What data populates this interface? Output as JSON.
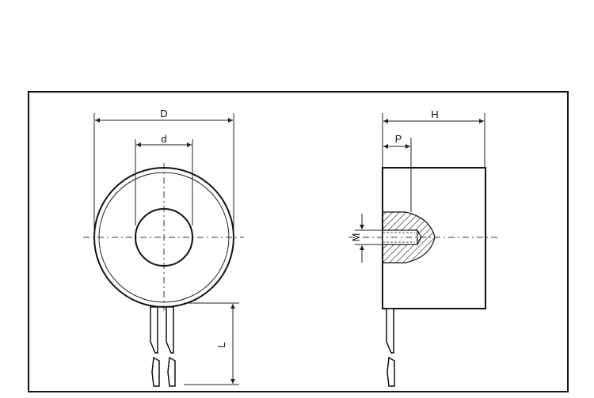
{
  "labels": {
    "front_outer_diameter": "D",
    "front_inner_diameter": "d",
    "lead_length": "L",
    "side_height": "H",
    "side_thread_depth": "P",
    "side_thread_size": "M"
  }
}
